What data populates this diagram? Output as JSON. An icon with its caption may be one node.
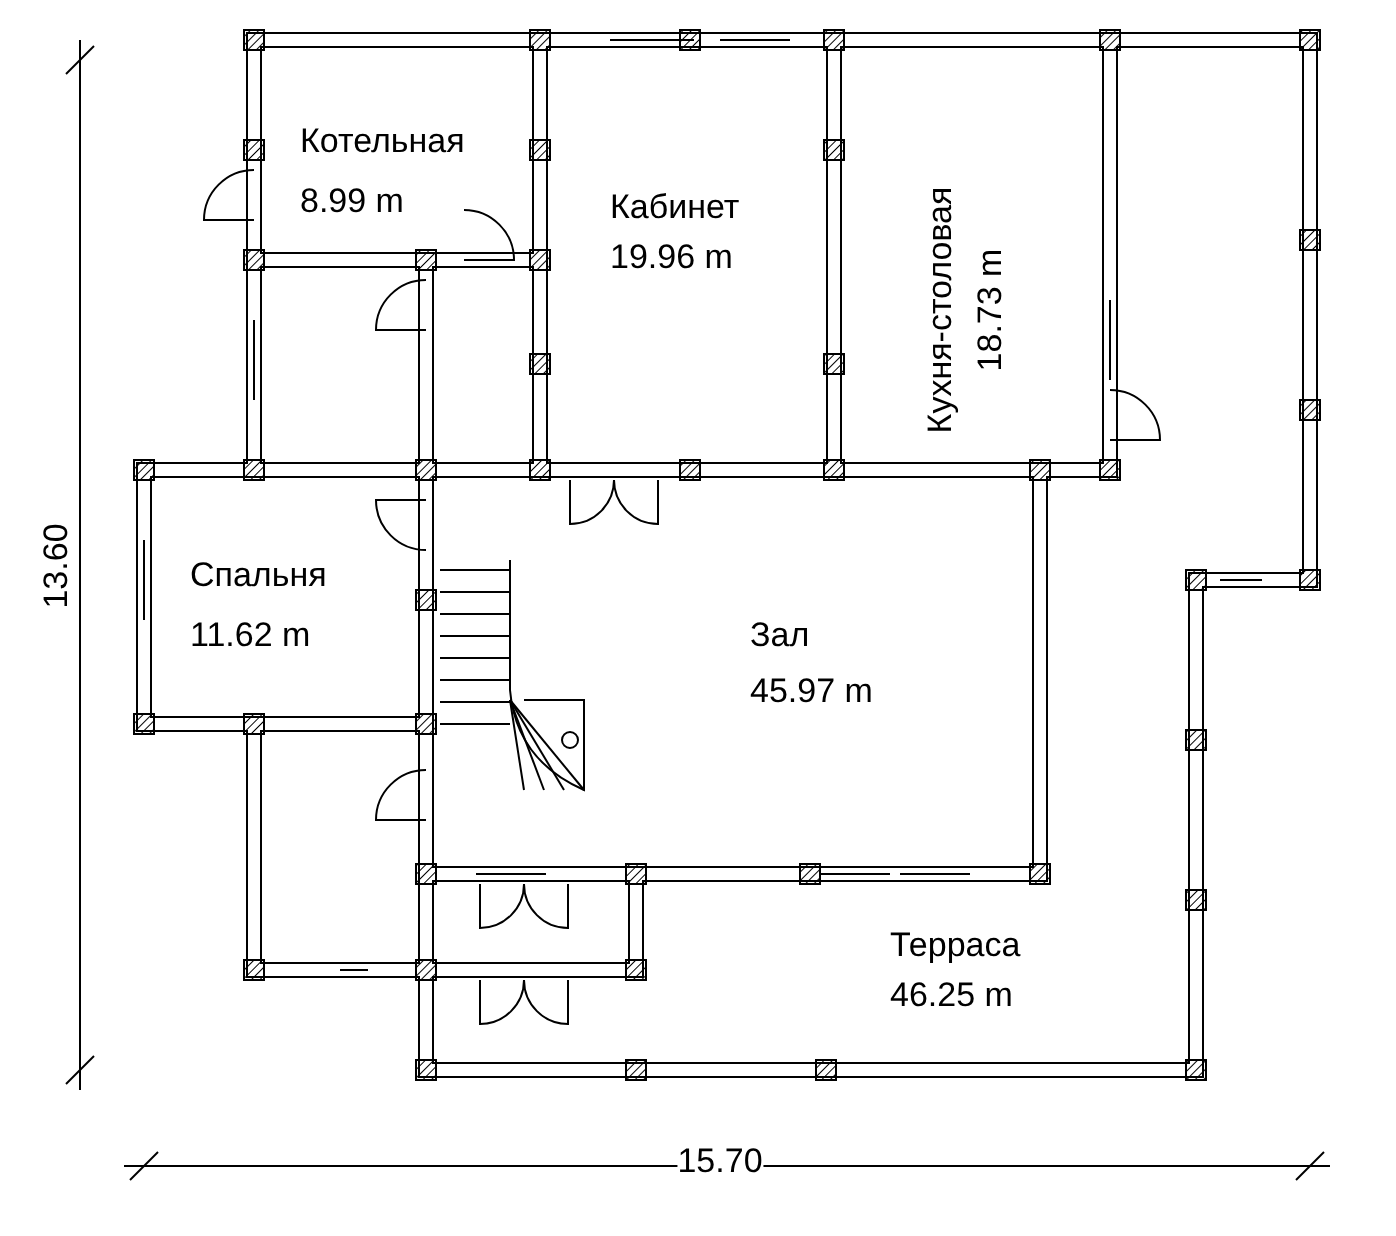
{
  "diagram": {
    "labels": [
      "Котельная",
      "8.99 m",
      "Кабинет",
      "19.96 m",
      "Кухня-столовая",
      "18.73 m",
      "Спальня",
      "11.62 m",
      "Зал",
      "45.97 m",
      "Терраса",
      "46.25 m",
      "13.60",
      "15.70"
    ]
  }
}
